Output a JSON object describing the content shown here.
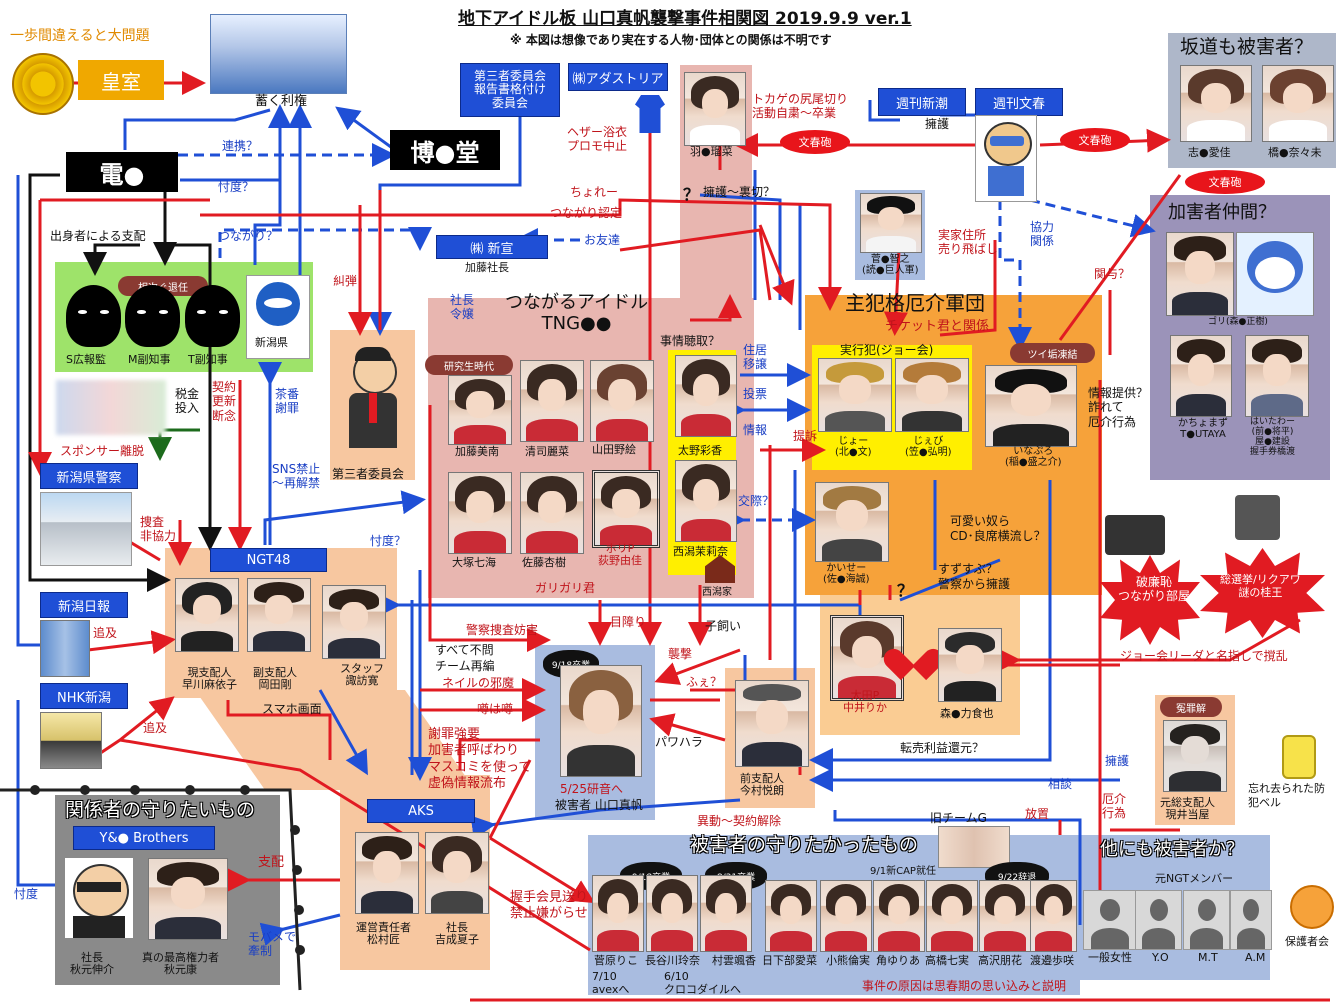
{
  "title": "地下アイドル板 山口真帆襲撃事件相関図 2019.9.9 ver.1",
  "subtitle": "※ 本図は想像であり実在する人物･団体との関係は不明です",
  "top_left": {
    "warning": "一歩間違えると大問題",
    "imperial": "皇室",
    "rights": "蓄く利権",
    "dentsu": "電●",
    "hakuhodo": "博●堂",
    "renkei": "連携？",
    "sontaku": "忖度？"
  },
  "top_boxes": {
    "daisansha": "第三者委員会\n報告書格付け\n委員会",
    "adastria": "㈱アダストリア",
    "shinchou": "週刊新潮",
    "bunshun": "週刊文春"
  },
  "bunshun_ellipses": [
    "文春砲",
    "文春砲",
    "文春砲"
  ],
  "sakamichi": {
    "title": "坂道も被害者？",
    "m1": "志●愛佳",
    "m2": "橋●奈々未"
  },
  "kagai": {
    "title": "加害者仲間？",
    "gori": "ゴリ(森●正樹)",
    "kachoppu": "かちょまず\nT●UTAYA",
    "haitawa": "はいたわー\n(前●将平)\n屋●建設\n握手券橋渡"
  },
  "shuhan": {
    "title": "主犯格厄介軍団",
    "ticket": "チケット君と関係",
    "jikkou": "実行犯(ジョー会)",
    "joe": "じょー\n(北●文)",
    "jeebi": "じぇび\n(笠●弘明)",
    "tsui": "ツイ垢凍結",
    "inapuro": "いなぷろ\n(稲●盛之介)",
    "kaisei": "かいせー\n(佐●海誠)",
    "mori": "森●力食也",
    "ota": "太田P\n中井りか"
  },
  "sugano": "菅●智之\n(読●巨人軍)",
  "shinei": {
    "name": "㈱ 新宣",
    "boss": "加藤社長"
  },
  "tng": {
    "title": "つながるアイドル\nTNG●●",
    "pill": "研究生時代",
    "m1": "加藤美南",
    "m2": "清司麗菜",
    "m3": "山田野絵",
    "m4": "大塚七海",
    "m5": "佐藤杏樹",
    "m6": "ホリP\n荻野由佳",
    "m7": "太野彩香",
    "m8": "西潟茉莉奈",
    "nishigataya": "西潟家",
    "gari": "ガリガリ君"
  },
  "green": {
    "pill": "相次ぐ退任",
    "s": "S広報監",
    "m": "M副知事",
    "t": "T副知事",
    "niigata": "新潟県"
  },
  "labels": {
    "shusshin": "出身者による支配",
    "tsunagari": "つながり？",
    "sponsor": "スポンサー離脱",
    "kenkei": "新潟県警察",
    "nippo": "新潟日報",
    "nhk": "NHK新潟",
    "tsuikyu1": "追及",
    "tsuikyu2": "追及",
    "sousa": "捜査\n非協力",
    "zeikin": "税金\n投入",
    "keiyaku": "契約\n更新\n断念",
    "chaban": "茶番\n謝罪",
    "sns": "SNS禁止\n～再解禁",
    "sontaku3": "忖度？",
    "kyudan": "糾弾",
    "shachou": "社長\n令嬢",
    "chorei": "ちょれー",
    "tsunagari_nintei": "つながり認定",
    "otomodachi": "お友達",
    "yogo": "擁護～裏切？",
    "tokage": "トカゲの尻尾切り\n活動自粛～卒業",
    "heather": "ヘザー浴衣\nプロモ中止",
    "jijou": "事情聴取？",
    "jukyo": "住居\n移譲",
    "tohyo": "投票",
    "joho": "情報",
    "teiso": "提訴",
    "kosai": "交際？",
    "jikka": "実家住所\n売り飛ばし",
    "kyouryoku": "協力\n関係",
    "kankei": "関与？",
    "johoteikyo": "情報提供？\n詐れて\n厄介行為",
    "kawaii": "可愛い奴ら\nCD･良席横流し？",
    "suzusu": "すずすぶ？\n警察から擁護",
    "q1": "？",
    "q2": "？",
    "yogo2": "擁護",
    "daisansha_iin": "第三者委員会",
    "keisatsu": "警察捜査妨害",
    "subete": "すべて不問\nチーム再編",
    "neiru": "ネイルの邪魔",
    "uwasa": "噂は噂",
    "shazai": "謝罪強要\n加害者呼ばわり\nマスコミを使って\n虚偽情報流布",
    "mezawari": "目障り",
    "kogai": "子飼い",
    "shugeki": "襲撃",
    "fue": "ふぇ？",
    "pawahara": "パワハラ",
    "tenbai": "転売利益還元？",
    "sumaho": "スマホ画面",
    "joekai": "ジョー会リーダと名指しで撹乱",
    "hakouchi": "破廉恥\nつながり部屋",
    "sousenkyo": "総選挙/リクアワ\n謎の桂王",
    "soudan": "相談",
    "yogo3": "擁護",
    "yakkai": "厄介\n行為",
    "houchi": "放置",
    "idou": "異動～契約解除",
    "akushukai": "握手会見送り\n禁止嫌がらせ",
    "shihai": "支配",
    "mobame": "モバメで\n牽制",
    "sontaku4": "忖度"
  },
  "ngt": {
    "name": "NGT48",
    "p1": "現支配人\n早川麻依子",
    "p2": "副支配人\n岡田剛",
    "p3": "スタッフ\n諏訪寛"
  },
  "victim": {
    "sheep": "9/18卒業",
    "note": "5/25研音へ",
    "name": "被害者 山口真帆"
  },
  "imamura": "前支配人\n今村悦朗",
  "kurai": {
    "pill": "冤罪解",
    "name": "元総支配人\n現井当屋"
  },
  "bell": "忘れ去られた防\n犯ベル",
  "aks": {
    "name": "AKS",
    "p1": "運営責任者\n松村匠",
    "p2": "社長\n吉成夏子"
  },
  "protect": {
    "title": "関係者の守りたいもの",
    "yb": "Y&● Brothers",
    "p1": "社長\n秋元伸介",
    "p2": "真の最高権力者\n秋元康"
  },
  "victims2": {
    "title": "被害者の守りたかったもの",
    "old": "旧チームG",
    "cap": "9/1新CAP就任",
    "sheep1": "9/18卒業",
    "sheep2": "8/31卒業",
    "sheep3": "9/22辞退",
    "names": [
      "菅原りこ",
      "長谷川玲奈",
      "村雲颯香",
      "日下部愛菜",
      "小熊倫実",
      "角ゆりあ",
      "高橋七実",
      "高沢朋花",
      "渡邉歩咲"
    ],
    "d1": "7/10\navexへ",
    "d2": "6/10\nクロコダイルへ",
    "cause": "事件の原因は思春期の思い込みと説明"
  },
  "others": {
    "title": "他にも被害者か？",
    "sub": "元NGTメンバー",
    "p1": "一般女性",
    "p2": "Y.O",
    "p3": "M.T",
    "p4": "A.M",
    "hogosha": "保護者会"
  },
  "colors": {
    "red": "#e11b22",
    "blue": "#1f4fd6",
    "pink": "#e8b6b0",
    "orange": "#f6a23a",
    "peach": "#f7c7a0",
    "green": "#9ee36a",
    "slate": "#8c9ab8",
    "lavender": "#9b93b9",
    "gray": "#8a8a8a"
  }
}
